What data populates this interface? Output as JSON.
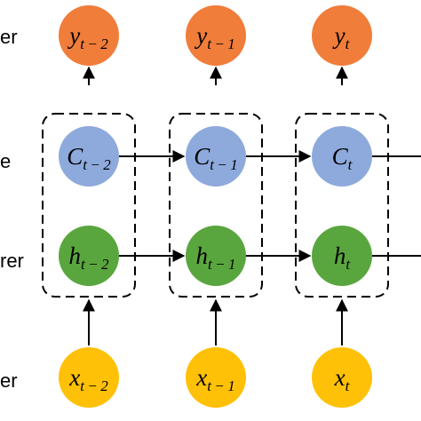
{
  "row_labels": {
    "output": "er",
    "state": "e",
    "hidden": "rer",
    "input": "er"
  },
  "colors": {
    "output": "#f07d3a",
    "state": "#8eaadc",
    "hidden": "#5aa63e",
    "input": "#ffc107",
    "line": "#000000"
  },
  "columns": [
    {
      "output": {
        "base": "y",
        "sub": "t − 2"
      },
      "state": {
        "base": "C",
        "sub": "t − 2"
      },
      "hidden": {
        "base": "h",
        "sub": "t − 2"
      },
      "input": {
        "base": "x",
        "sub": "t − 2"
      }
    },
    {
      "output": {
        "base": "y",
        "sub": "t − 1"
      },
      "state": {
        "base": "C",
        "sub": "t − 1"
      },
      "hidden": {
        "base": "h",
        "sub": "t − 1"
      },
      "input": {
        "base": "x",
        "sub": "t − 1"
      }
    },
    {
      "output": {
        "base": "y",
        "sub": "t"
      },
      "state": {
        "base": "C",
        "sub": "t"
      },
      "hidden": {
        "base": "h",
        "sub": "t"
      },
      "input": {
        "base": "x",
        "sub": "t"
      }
    }
  ]
}
